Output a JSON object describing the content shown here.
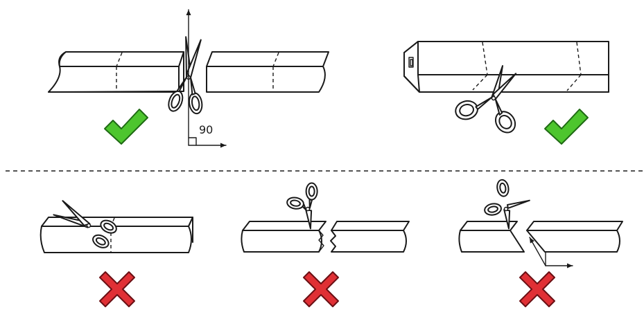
{
  "annotations": {
    "angle_label": "90"
  },
  "colors": {
    "correct": "#4dc52e",
    "correct_stroke": "#1f6a14",
    "wrong": "#e03035",
    "wrong_stroke": "#6a1014",
    "line": "#1a1a1a"
  },
  "panels": {
    "top_left": "correct",
    "top_right": "correct",
    "bottom_left": "wrong",
    "bottom_middle": "wrong",
    "bottom_right": "wrong"
  }
}
